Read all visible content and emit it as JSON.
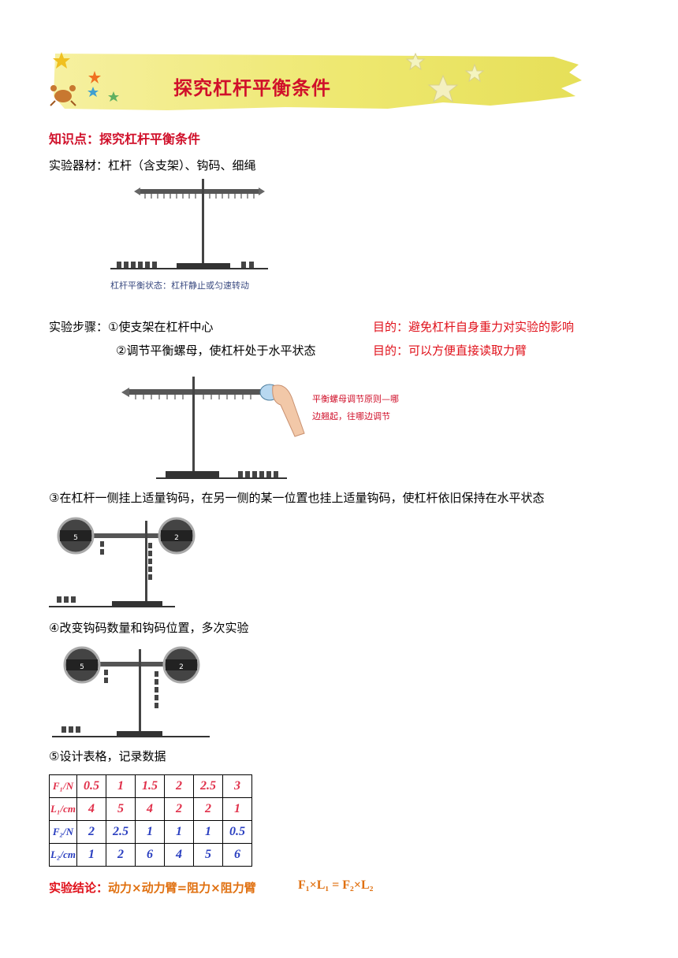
{
  "header": {
    "title": "探究杠杆平衡条件"
  },
  "knowledge_point": "知识点：探究杠杆平衡条件",
  "equipment": "实验器材：杠杆（含支架）、钩码、细绳",
  "figure1_caption": "杠杆平衡状态：杠杆静止或匀速转动",
  "steps": {
    "label": "实验步骤：",
    "step1": "①使支架在杠杆中心",
    "step1_purpose": "目的：避免杠杆自身重力对实验的影响",
    "step2": "②调节平衡螺母，使杠杆处于水平状态",
    "step2_purpose": "目的：可以方便直接读取力臂",
    "figure2_note_line1": "平衡螺母调节原则—哪",
    "figure2_note_line2": "边翘起，往哪边调节",
    "step3": "③在杠杆一侧挂上适量钩码，在另一侧的某一位置也挂上适量钩码，使杠杆依旧保持在水平状态",
    "step3_left_reading": "5",
    "step3_right_reading": "2",
    "step4": "④改变钩码数量和钩码位置，多次实验",
    "step4_left_reading": "5",
    "step4_right_reading": "2",
    "step5": "⑤设计表格，记录数据"
  },
  "table": {
    "rows": [
      {
        "header": "F₁/N",
        "cells": [
          "0.5",
          "1",
          "1.5",
          "2",
          "2.5",
          "3"
        ],
        "color": "#e0304a"
      },
      {
        "header": "L₁/cm",
        "cells": [
          "4",
          "5",
          "4",
          "2",
          "2",
          "1"
        ],
        "color": "#e0304a"
      },
      {
        "header": "F₂/N",
        "cells": [
          "2",
          "2.5",
          "1",
          "1",
          "1",
          "0.5"
        ],
        "color": "#2a3fc0"
      },
      {
        "header": "L₂/cm",
        "cells": [
          "1",
          "2",
          "6",
          "4",
          "5",
          "6"
        ],
        "color": "#2a3fc0"
      }
    ]
  },
  "conclusion": {
    "label": "实验结论：",
    "text": "动力×动力臂=阻力×阻力臂",
    "formula": "F₁×L₁ = F₂×L₂"
  }
}
